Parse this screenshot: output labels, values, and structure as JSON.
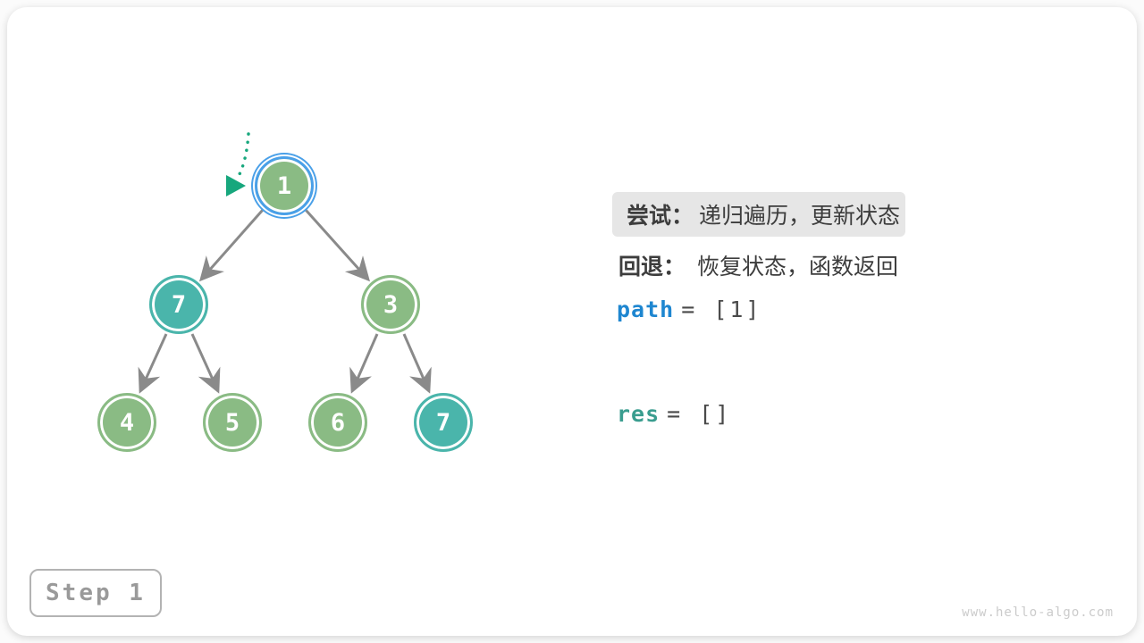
{
  "figure": {
    "panel": {
      "try": {
        "label": "尝试：",
        "text": "递归遍历，更新状态"
      },
      "back": {
        "label": "回退：",
        "text": "恢复状态，函数返回"
      },
      "path": {
        "var": "path",
        "value": "= [1]"
      },
      "res": {
        "var": "res",
        "value": "= []"
      }
    },
    "step_label": "Step 1",
    "watermark": "www.hello-algo.com"
  },
  "tree": {
    "nodes": [
      {
        "value": "1",
        "color": "green",
        "current": true
      },
      {
        "value": "7",
        "color": "teal",
        "current": false
      },
      {
        "value": "3",
        "color": "green",
        "current": false
      },
      {
        "value": "4",
        "color": "green",
        "current": false
      },
      {
        "value": "5",
        "color": "green",
        "current": false
      },
      {
        "value": "6",
        "color": "green",
        "current": false
      },
      {
        "value": "7",
        "color": "teal",
        "current": false
      }
    ],
    "edges": [
      [
        0,
        1
      ],
      [
        0,
        2
      ],
      [
        1,
        3
      ],
      [
        1,
        4
      ],
      [
        2,
        5
      ],
      [
        2,
        6
      ]
    ]
  },
  "colors": {
    "node_green": "#8ABB84",
    "node_teal": "#4AB5AB",
    "current_ring_blue": "#4AA0E8",
    "edge_gray": "#8A8A8A",
    "pointer_teal": "#17A77D",
    "path_blue": "#1E86D0",
    "res_teal": "#3A9D8F",
    "highlight_bg": "#E6E6E6"
  }
}
